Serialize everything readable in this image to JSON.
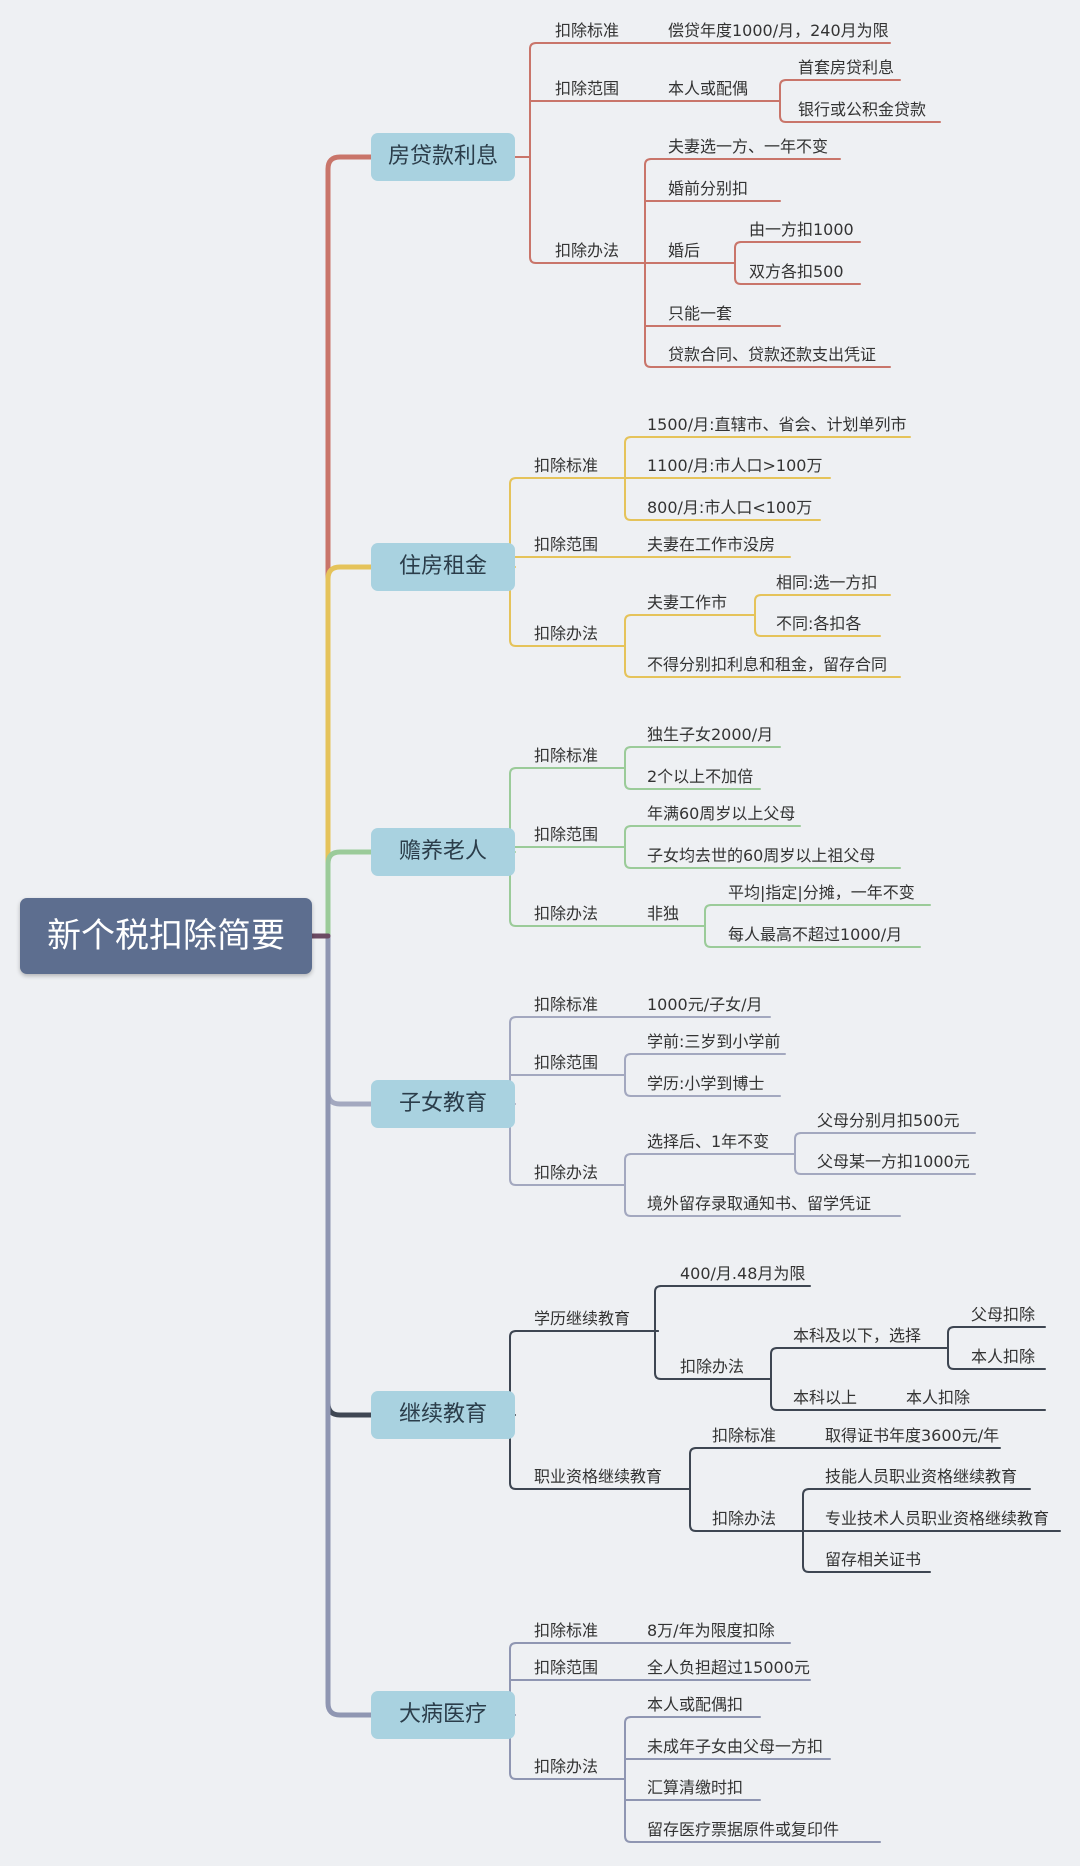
{
  "root": {
    "title": "新个税扣除简要"
  },
  "categories": [
    {
      "name": "房贷款利息",
      "color": "#c9756a"
    },
    {
      "name": "住房租金",
      "color": "#e5c35a"
    },
    {
      "name": "赡养老人",
      "color": "#9bcb99"
    },
    {
      "name": "子女教育",
      "color": "#a3a8bf"
    },
    {
      "name": "继续教育",
      "color": "#3e4652"
    },
    {
      "name": "大病医疗",
      "color": "#8f96b2"
    }
  ],
  "labels": {
    "mortgage": {
      "std": "扣除标准",
      "std_v": "偿贷年度1000/月，240月为限",
      "scope": "扣除范围",
      "scope_v": "本人或配偶",
      "first_home": "首套房贷利息",
      "bank_loan": "银行或公积金贷款",
      "method": "扣除办法",
      "m1": "夫妻选一方、一年不变",
      "m2": "婚前分别扣",
      "m3": "婚后",
      "m3a": "由一方扣1000",
      "m3b": "双方各扣500",
      "m4": "只能一套",
      "m5": "贷款合同、贷款还款支出凭证"
    },
    "rent": {
      "std": "扣除标准",
      "s1": "1500/月:直辖市、省会、计划单列市",
      "s2": "1100/月:市人口>100万",
      "s3": "800/月:市人口<100万",
      "scope": "扣除范围",
      "scope_v": "夫妻在工作市没房",
      "method": "扣除办法",
      "m1": "夫妻工作市",
      "m1a": "相同:选一方扣",
      "m1b": "不同:各扣各",
      "m2": "不得分别扣利息和租金，留存合同"
    },
    "elder": {
      "std": "扣除标准",
      "s1": "独生子女2000/月",
      "s2": "2个以上不加倍",
      "scope": "扣除范围",
      "sc1": "年满60周岁以上父母",
      "sc2": "子女均去世的60周岁以上祖父母",
      "method": "扣除办法",
      "m1": "非独",
      "m1a": "平均|指定|分摊，一年不变",
      "m1b": "每人最高不超过1000/月"
    },
    "child": {
      "std": "扣除标准",
      "std_v": "1000元/子女/月",
      "scope": "扣除范围",
      "sc1": "学前:三岁到小学前",
      "sc2": "学历:小学到博士",
      "method": "扣除办法",
      "m1": "选择后、1年不变",
      "m1a": "父母分别月扣500元",
      "m1b": "父母某一方扣1000元",
      "m2": "境外留存录取通知书、留学凭证"
    },
    "cont": {
      "edu": "学历继续教育",
      "edu_v": "400/月.48月为限",
      "edu_m": "扣除办法",
      "under": "本科及以下，选择",
      "parent": "父母扣除",
      "self1": "本人扣除",
      "above": "本科以上",
      "self2": "本人扣除",
      "prof": "职业资格继续教育",
      "prof_std": "扣除标准",
      "prof_std_v": "取得证书年度3600元/年",
      "prof_m": "扣除办法",
      "pm1": "技能人员职业资格继续教育",
      "pm2": "专业技术人员职业资格继续教育",
      "pm3": "留存相关证书"
    },
    "med": {
      "std": "扣除标准",
      "std_v": "8万/年为限度扣除",
      "scope": "扣除范围",
      "scope_v": "全人负担超过15000元",
      "method": "扣除办法",
      "m1": "本人或配偶扣",
      "m2": "未成年子女由父母一方扣",
      "m3": "汇算清缴时扣",
      "m4": "留存医疗票据原件或复印件"
    }
  }
}
